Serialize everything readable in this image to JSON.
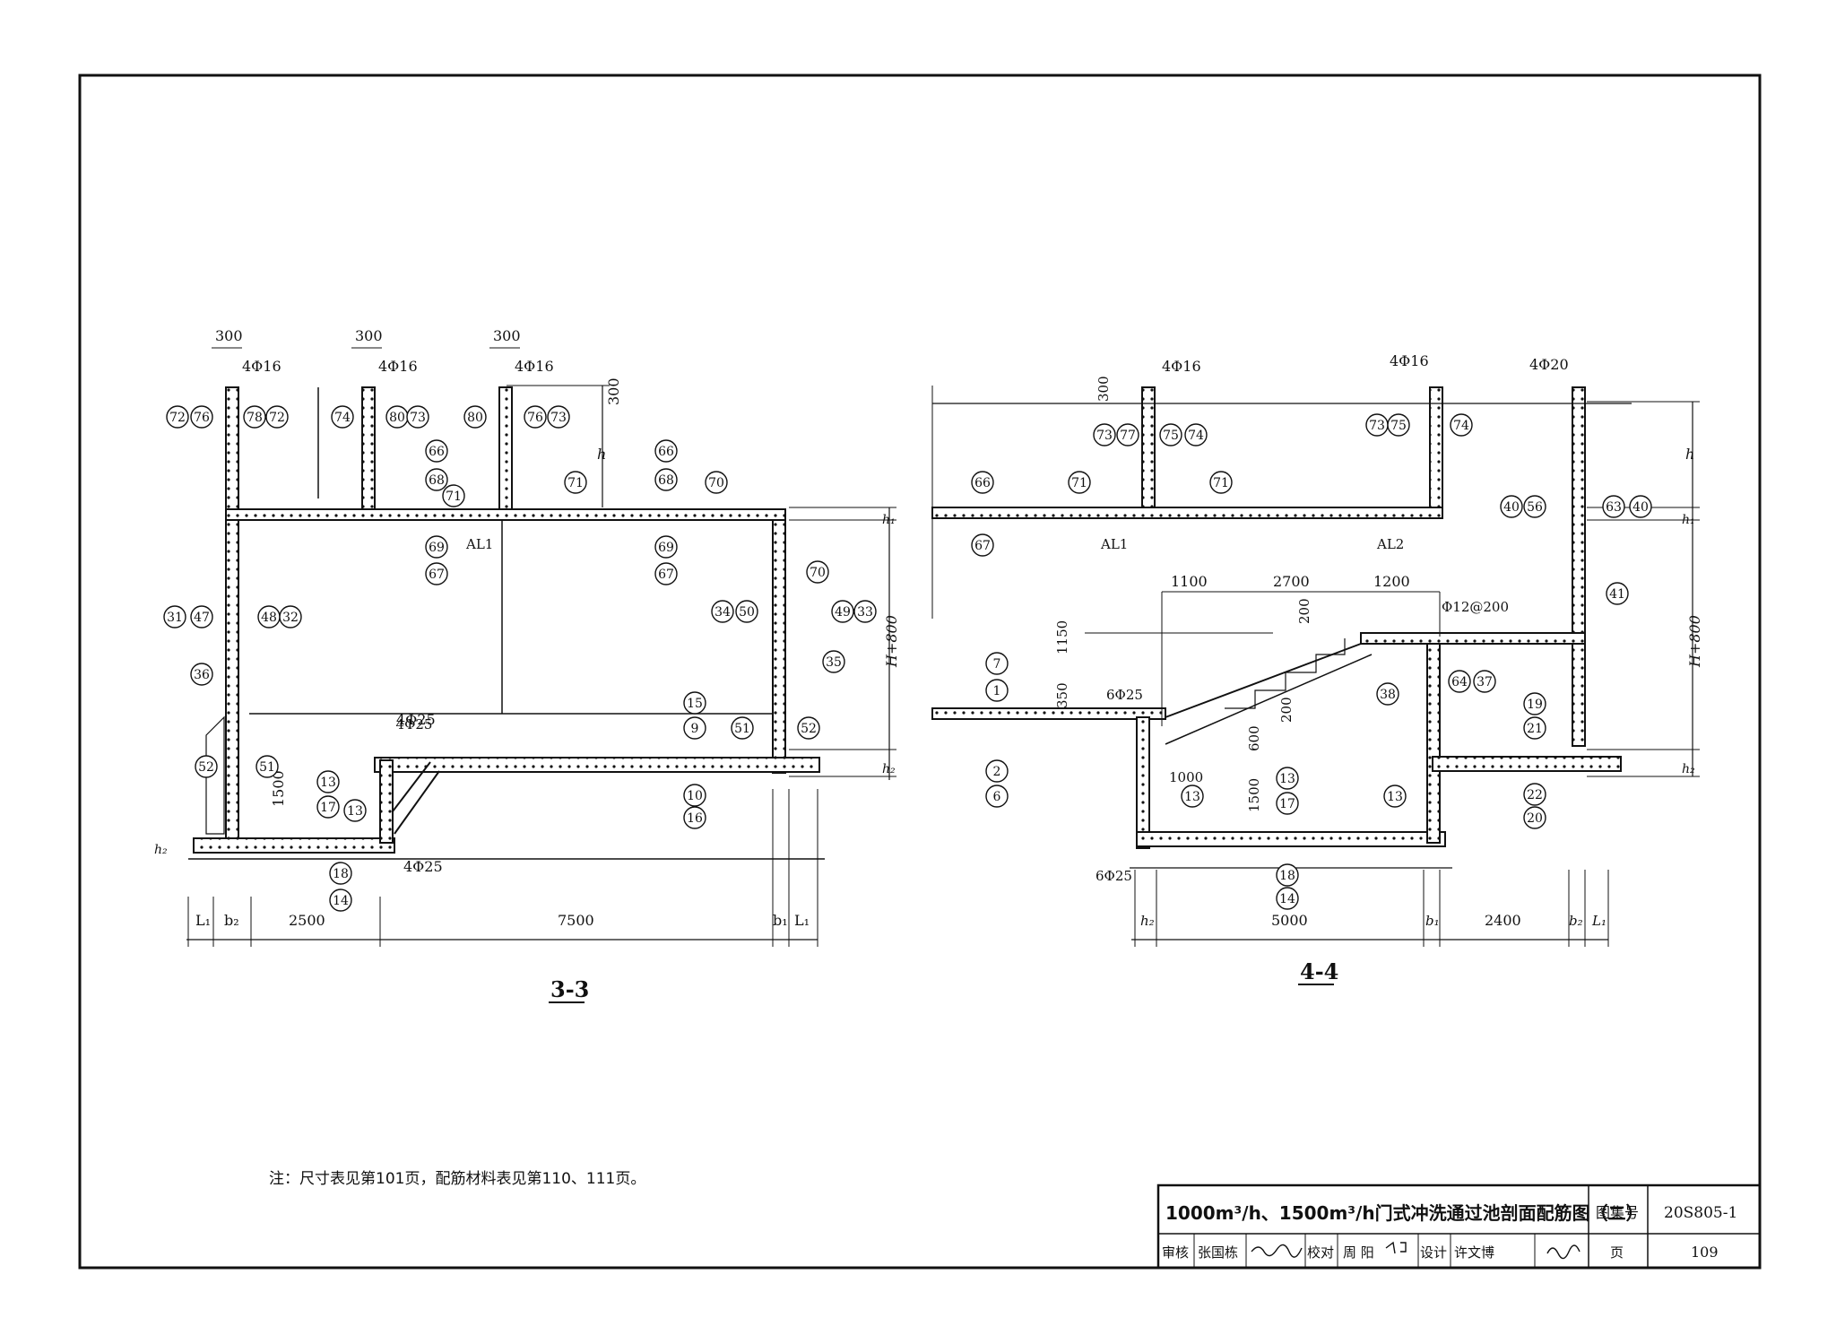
{
  "section_3_3": {
    "title": "3-3",
    "dims_bottom": [
      "L₁",
      "b₂",
      "2500",
      "7500",
      "b₁",
      "L₁"
    ],
    "dims_top": [
      "300",
      "300",
      "300",
      "300"
    ],
    "bar_labels": [
      "4Φ16",
      "4Φ16",
      "4Φ16",
      "4Φ25",
      "4Φ25"
    ],
    "level_labels": [
      "h",
      "h₁",
      "H+800",
      "h₂",
      "h₂",
      "1500"
    ],
    "beam_label": "AL1",
    "markers": [
      "72",
      "76",
      "78",
      "72",
      "74",
      "80",
      "73",
      "80",
      "76",
      "73",
      "66",
      "68",
      "71",
      "69",
      "67",
      "71",
      "66",
      "68",
      "70",
      "69",
      "67",
      "70",
      "31",
      "47",
      "48",
      "32",
      "36",
      "34",
      "50",
      "49",
      "33",
      "35",
      "52",
      "51",
      "4Φ25",
      "13",
      "17",
      "13",
      "15",
      "9",
      "51",
      "52",
      "10",
      "16",
      "18",
      "14"
    ]
  },
  "section_4_4": {
    "title": "4-4",
    "dims_bottom": [
      "h₂",
      "5000",
      "b₁",
      "2400",
      "b₂",
      "L₁"
    ],
    "dims_stair": [
      "1100",
      "2700",
      "1200",
      "200",
      "1150",
      "350",
      "200",
      "600",
      "1500",
      "1000"
    ],
    "bar_labels": [
      "4Φ16",
      "4Φ16",
      "4Φ20",
      "6Φ25",
      "6Φ25",
      "Φ12@200"
    ],
    "level_labels": [
      "300",
      "h",
      "h₁",
      "H+800",
      "h₂"
    ],
    "beam_labels": [
      "AL1",
      "AL2"
    ],
    "markers": [
      "73",
      "77",
      "75",
      "74",
      "73",
      "75",
      "74",
      "66",
      "71",
      "71",
      "67",
      "40",
      "56",
      "63",
      "40",
      "41",
      "7",
      "1",
      "2",
      "6",
      "38",
      "64",
      "37",
      "19",
      "21",
      "22",
      "20",
      "13",
      "13",
      "17",
      "13",
      "18",
      "14"
    ]
  },
  "note": "注：尺寸表见第101页，配筋材料表见第110、111页。",
  "title_block": {
    "title": "1000m³/h、1500m³/h门式冲洗通过池剖面配筋图（二）",
    "atlas_label": "图集号",
    "atlas_no": "20S805-1",
    "review_label": "审核",
    "reviewer": "张国栋",
    "check_label": "校对",
    "checker": "周 阳",
    "design_label": "设计",
    "designer": "许文博",
    "page_label": "页",
    "page_no": "109"
  }
}
